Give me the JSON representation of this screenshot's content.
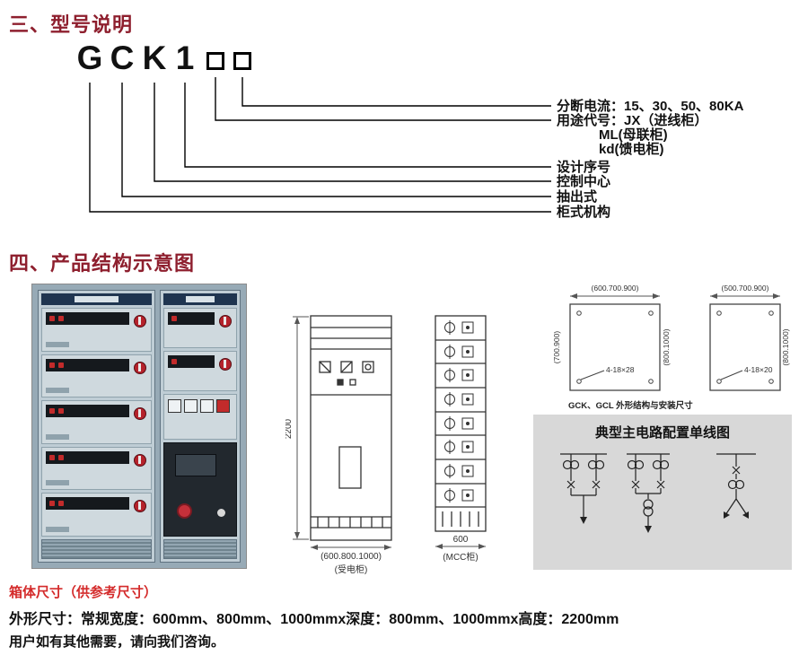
{
  "page": {
    "section3_title": "三、型号说明",
    "section4_title": "四、产品结构示意图"
  },
  "model_diagram": {
    "letters": [
      "G",
      "C",
      "K",
      "1"
    ],
    "labels": {
      "breaking_current": "分断电流：15、30、50、80KA",
      "usage_code": "用途代号：JX（进线柜）",
      "usage_ml": "ML(母联柜)",
      "usage_kd": "kd(馈电柜)",
      "design_serial": "设计序号",
      "control_center": "控制中心",
      "drawout": "抽出式",
      "cabinet_structure": "柜式机构"
    }
  },
  "structure_section": {
    "shoudian": {
      "height": "2200",
      "width": "(600.800.1000)",
      "name": "(受电柜)"
    },
    "mcc": {
      "width": "600",
      "name": "(MCC柜)"
    },
    "outline": {
      "box1_top": "(600.700.900)",
      "box1_left": "(700.900)",
      "box1_right": "(800.1000)",
      "box1_holes": "4-18×28",
      "box2_top": "(500.700.900)",
      "box2_right": "(800.1000)",
      "box2_holes": "4-18×20",
      "caption": "GCK、GCL 外形结构与安装尺寸"
    },
    "single_line_title": "典型主电路配置单线图"
  },
  "footer": {
    "ref_note": "箱体尺寸（供参考尺寸）",
    "dimensions": "外形尺寸：常规宽度：600mm、800mm、1000mmx深度：800mm、1000mmx高度：2200mm",
    "contact": "用户如有其他需要，请向我们咨询。"
  }
}
